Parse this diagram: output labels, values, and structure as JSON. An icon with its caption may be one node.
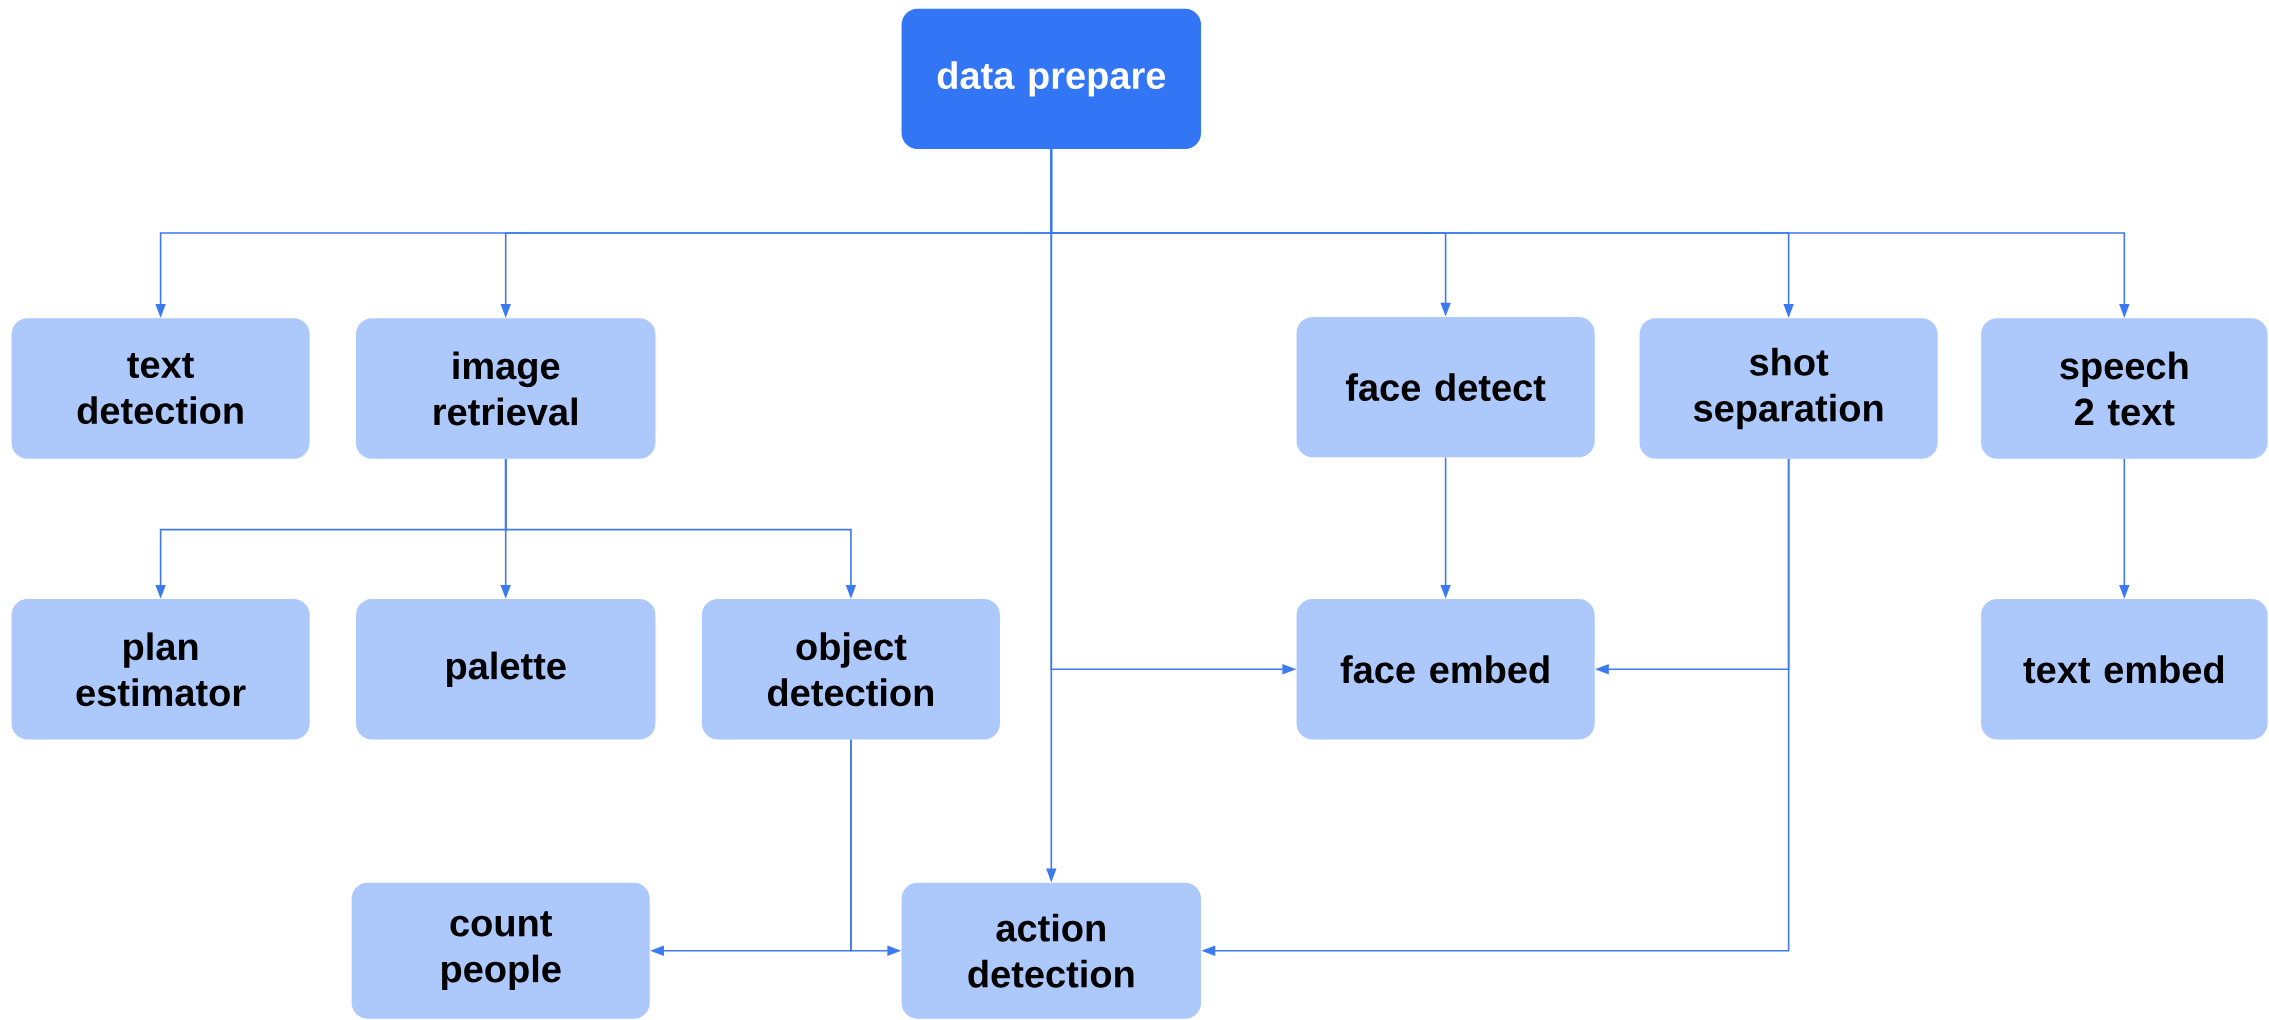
{
  "diagram": {
    "nodes": [
      {
        "text": [
          "data prepare"
        ]
      },
      {
        "text": [
          "text detection"
        ]
      },
      {
        "text": [
          "image retrieval"
        ]
      },
      {
        "text": [
          "face detect"
        ]
      },
      {
        "text": [
          "shot separation"
        ]
      },
      {
        "text": [
          "speech 2 text"
        ]
      },
      {
        "text": [
          "plan estimator"
        ]
      },
      {
        "text": [
          "palette"
        ]
      },
      {
        "text": [
          "object detection"
        ]
      },
      {
        "text": [
          "face embed"
        ]
      },
      {
        "text": [
          "text embed"
        ]
      },
      {
        "text": [
          "count people"
        ]
      },
      {
        "text": [
          "action detection"
        ]
      }
    ],
    "edges": [
      {
        "from": 0,
        "to": 1,
        "arrow": "to"
      },
      {
        "from": 0,
        "to": 2,
        "arrow": "to"
      },
      {
        "from": 0,
        "to": 3,
        "arrow": "to"
      },
      {
        "from": 0,
        "to": 4,
        "arrow": "to"
      },
      {
        "from": 0,
        "to": 5,
        "arrow": "to"
      },
      {
        "from": 0,
        "to": 12,
        "arrow": "to"
      },
      {
        "from": 0,
        "to": 9,
        "arrow": "to"
      },
      {
        "from": 2,
        "to": 6,
        "arrow": "to"
      },
      {
        "from": 2,
        "to": 7,
        "arrow": "to"
      },
      {
        "from": 2,
        "to": 8,
        "arrow": "to"
      },
      {
        "from": 3,
        "to": 9,
        "arrow": "to"
      },
      {
        "from": 4,
        "to": 9,
        "arrow": "to"
      },
      {
        "from": 4,
        "to": 12,
        "arrow": "to"
      },
      {
        "from": 5,
        "to": 10,
        "arrow": "to"
      },
      {
        "from": 8,
        "to": 11,
        "arrow": "to"
      },
      {
        "from": 8,
        "to": 12,
        "arrow": "to"
      }
    ]
  }
}
